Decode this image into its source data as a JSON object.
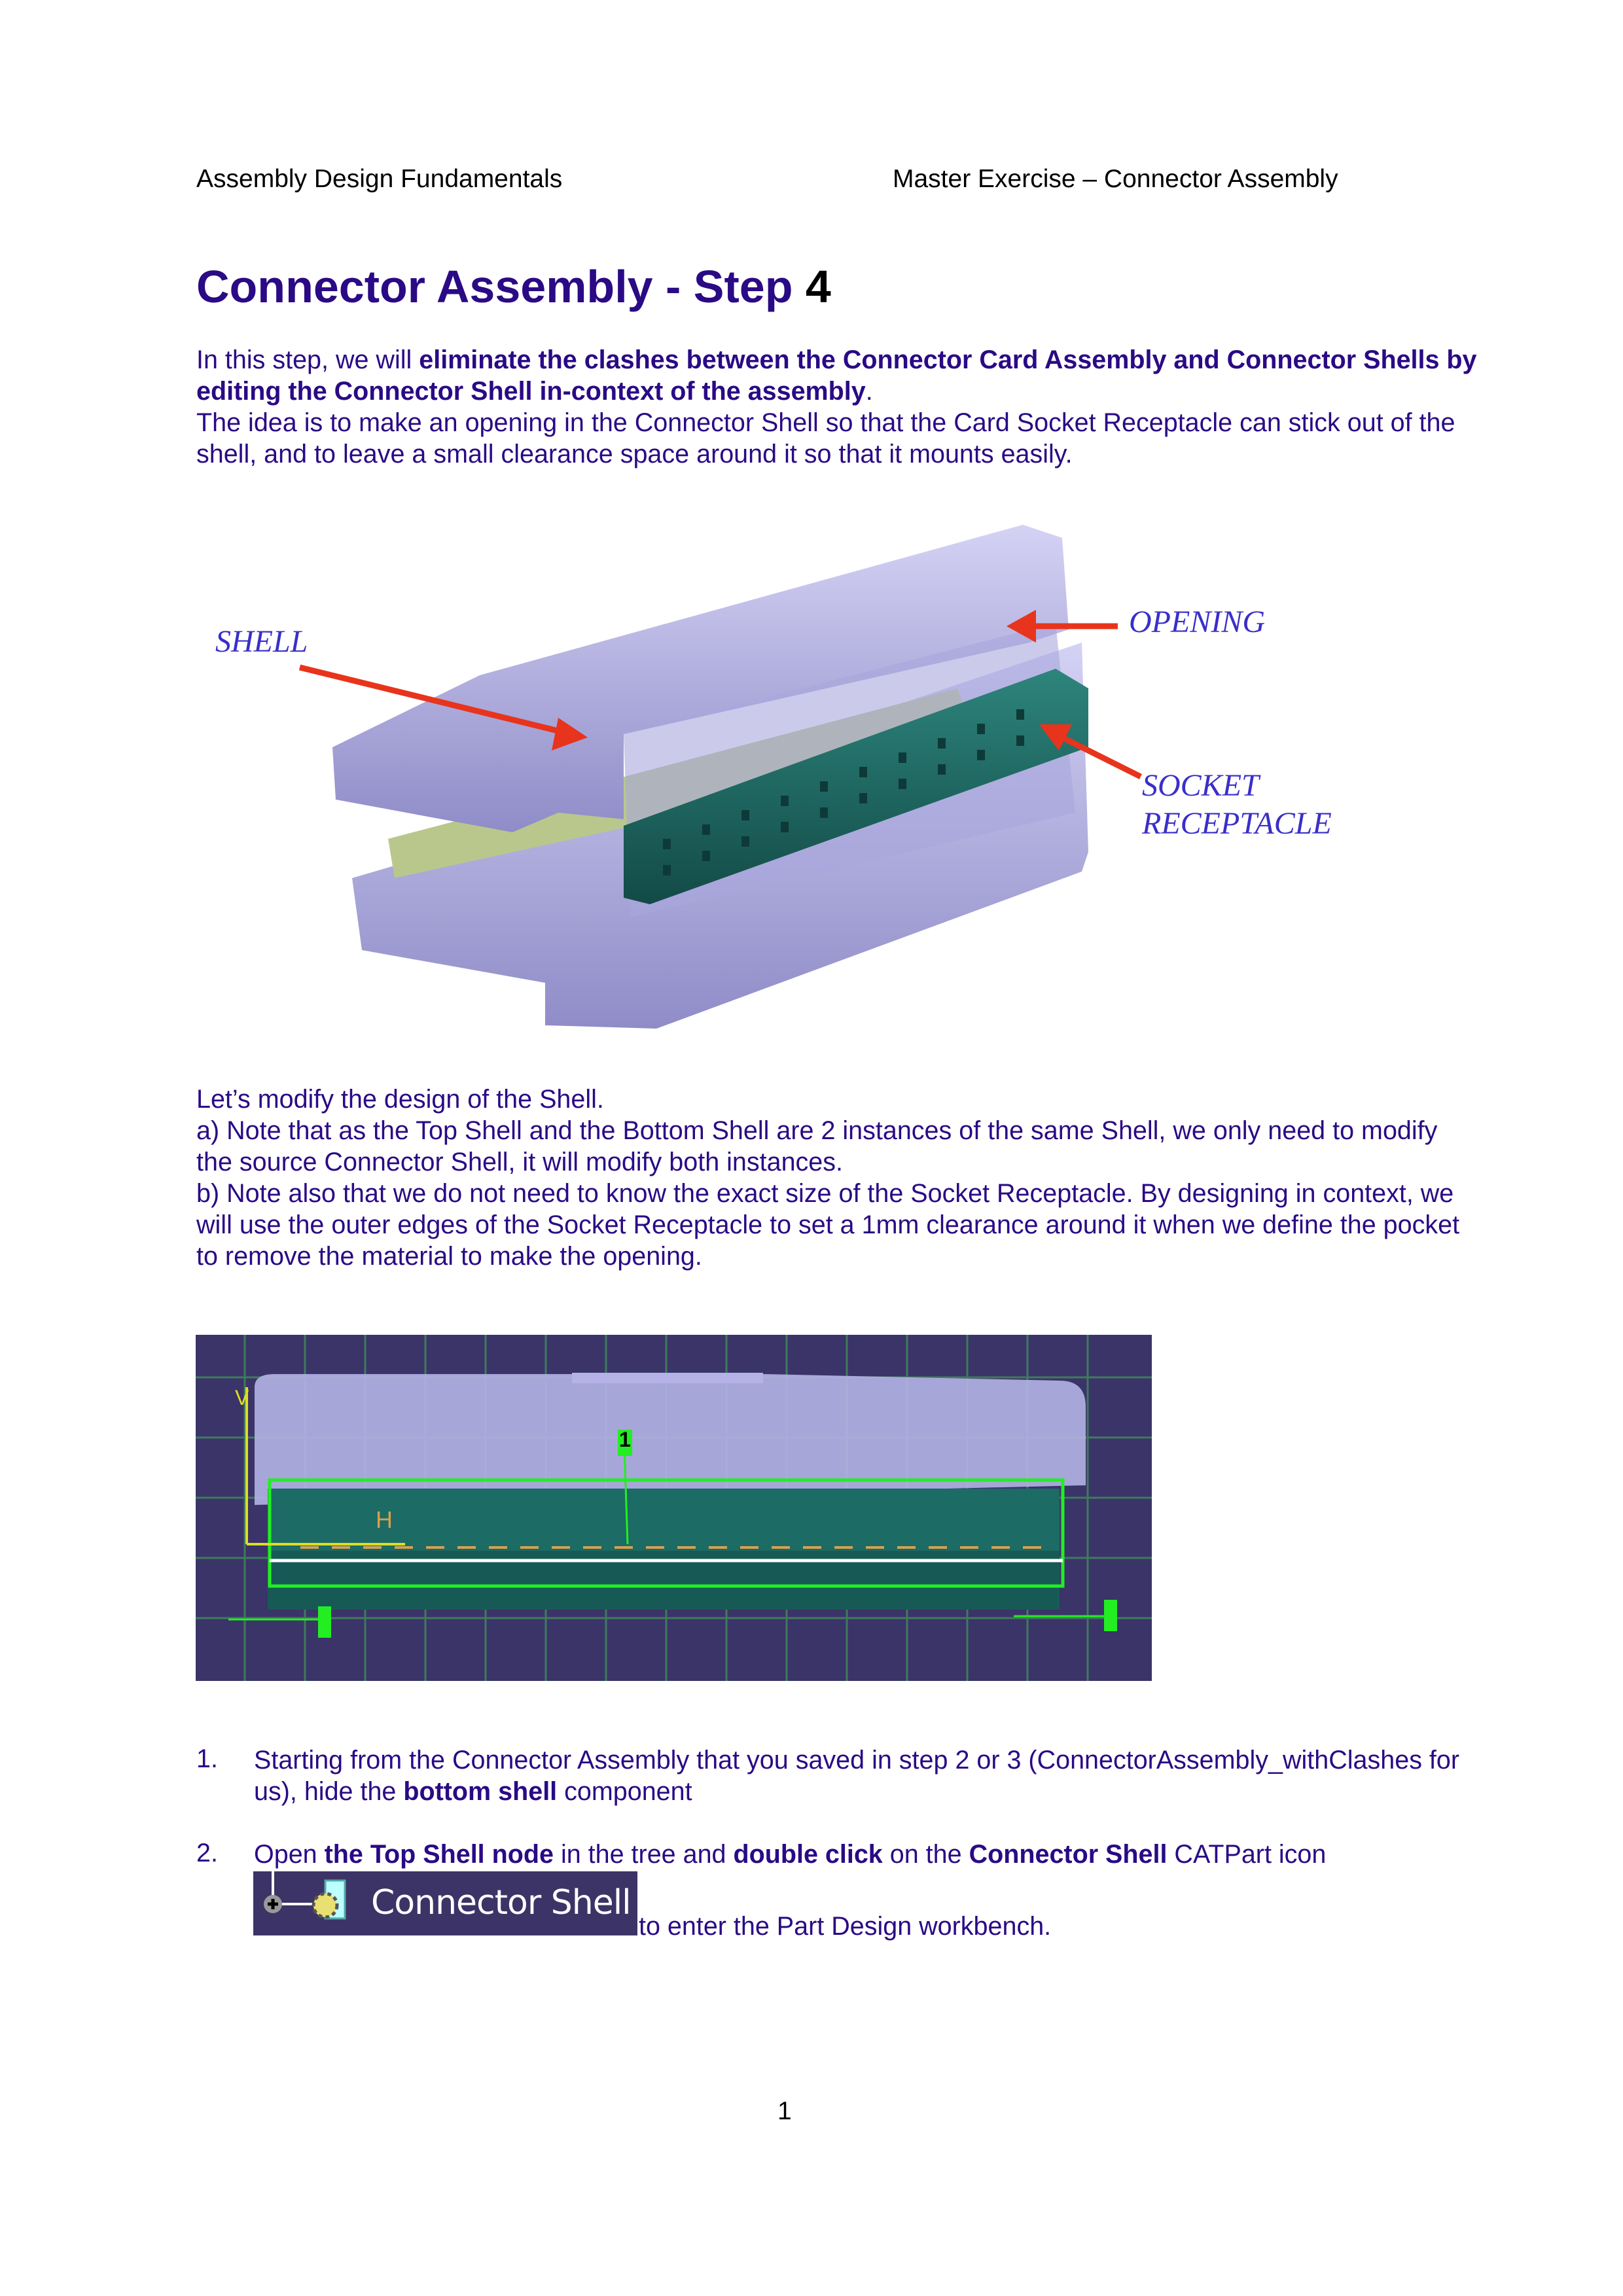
{
  "header": {
    "left": "Assembly Design Fundamentals",
    "right": "Master Exercise – Connector Assembly"
  },
  "title": {
    "main": "Connector Assembly - Step ",
    "number": "4"
  },
  "intro": {
    "p1_a": "In this step, we will ",
    "p1_bold": "eliminate the clashes between the Connector Card Assembly and Connector Shells by editing the Connector Shell in-context of the assembly",
    "p1_b": ".",
    "p2": "The idea is to make an opening in the Connector Shell so that the Card Socket Receptacle can stick out of the shell, and to leave a small clearance space around it so that it mounts easily."
  },
  "figure1": {
    "labels": {
      "shell": "SHELL",
      "opening": "OPENING",
      "socket1": "SOCKET",
      "socket2": "RECEPTACLE"
    },
    "colors": {
      "shell": "#b4b2e6",
      "socket": "#1f6b66",
      "card": "#b9c78d",
      "arrow": "#e8341c"
    }
  },
  "modify": {
    "l1": "Let’s modify the design of the Shell.",
    "a": "a) Note that as the Top Shell and the Bottom Shell are 2 instances of the same Shell, we only need to modify the source Connector Shell, it will modify both instances.",
    "b": "b) Note also that we do not need to know the exact size of the Socket Receptacle. By designing in context, we will use the outer edges of the Socket Receptacle to set a 1mm clearance around it when we define the pocket to remove the material to make the opening."
  },
  "figure2": {
    "constraint_labels": {
      "h": "H",
      "v": "V",
      "one": "1"
    },
    "colors": {
      "bg": "#3a3468",
      "grid": "#3f7a5c",
      "sketch": "#22ee22"
    }
  },
  "steps": [
    {
      "num": "1.",
      "a": "Starting from the Connector Assembly that you saved in step 2 or 3 (ConnectorAssembly_withClashes for us), hide the ",
      "bold": "bottom shell",
      "b": " component"
    },
    {
      "num": "2.",
      "a": "Open ",
      "bold1": "the Top Shell node",
      "b": " in the tree and ",
      "bold2": "double click",
      "c": " on the ",
      "bold3": "Connector Shell",
      "d": " CATPart icon",
      "tree_label": "Connector Shell",
      "e": "to enter the Part Design workbench."
    }
  ],
  "page_number": "1"
}
